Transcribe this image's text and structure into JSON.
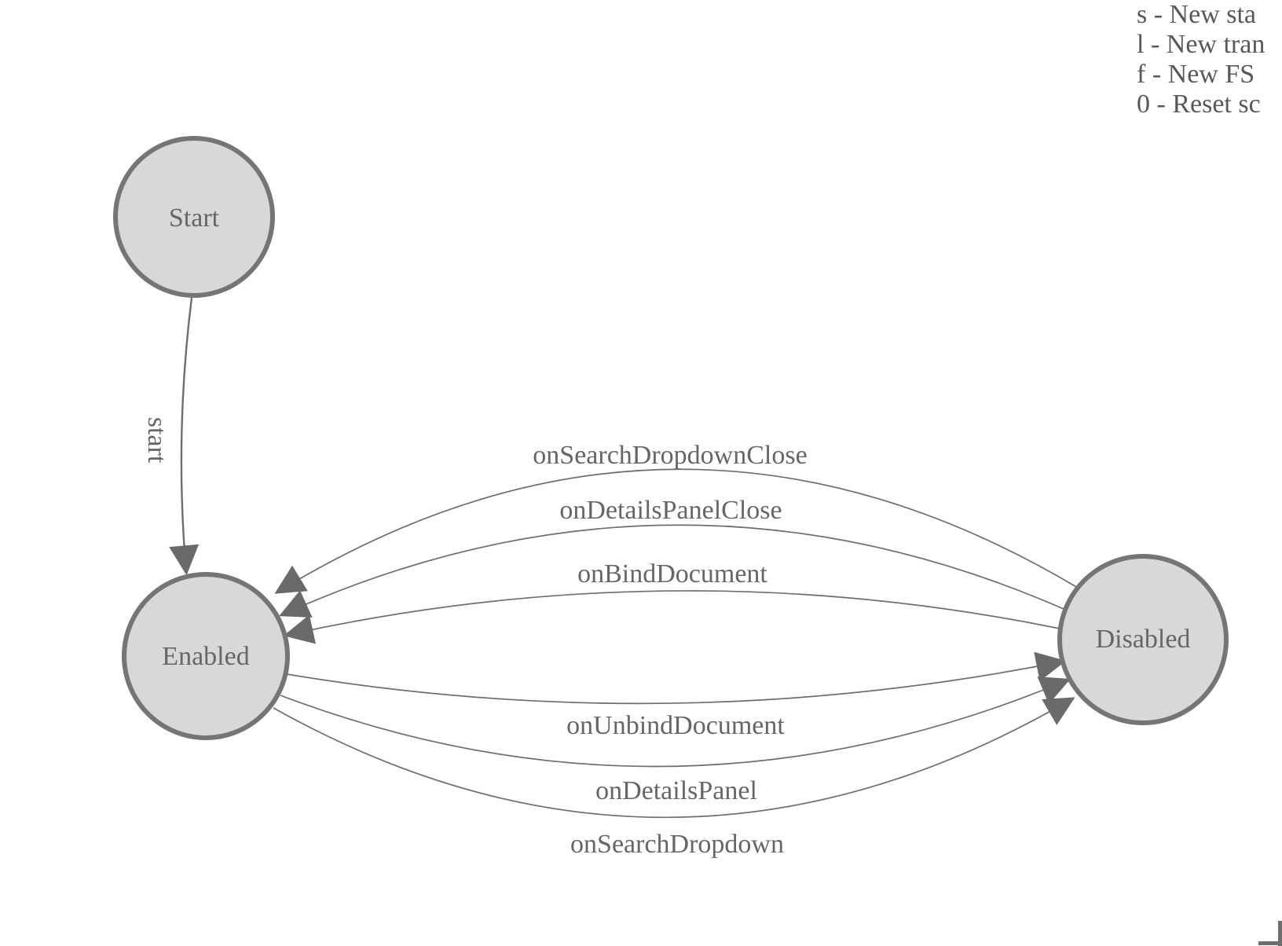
{
  "diagram": {
    "type": "fsm-state-diagram",
    "states": {
      "start": {
        "label": "Start"
      },
      "enabled": {
        "label": "Enabled"
      },
      "disabled": {
        "label": "Disabled"
      }
    },
    "transitions": [
      {
        "label": "start",
        "from": "Start",
        "to": "Enabled"
      },
      {
        "label": "onSearchDropdownClose",
        "from": "Disabled",
        "to": "Enabled"
      },
      {
        "label": "onDetailsPanelClose",
        "from": "Disabled",
        "to": "Enabled"
      },
      {
        "label": "onBindDocument",
        "from": "Disabled",
        "to": "Enabled"
      },
      {
        "label": "onUnbindDocument",
        "from": "Enabled",
        "to": "Disabled"
      },
      {
        "label": "onDetailsPanel",
        "from": "Enabled",
        "to": "Disabled"
      },
      {
        "label": "onSearchDropdown",
        "from": "Enabled",
        "to": "Disabled"
      }
    ]
  },
  "legend": {
    "lines": [
      "s - New sta",
      "l - New tran",
      "f - New FS",
      "0 - Reset sc"
    ]
  },
  "colors": {
    "state_fill": "#d8d8d8",
    "state_stroke": "#757575",
    "edge_stroke": "#6e6e6e",
    "arrowhead_fill": "#6a6a6a",
    "label_text": "#666666",
    "legend_text": "#585858",
    "background": "#ffffff"
  }
}
